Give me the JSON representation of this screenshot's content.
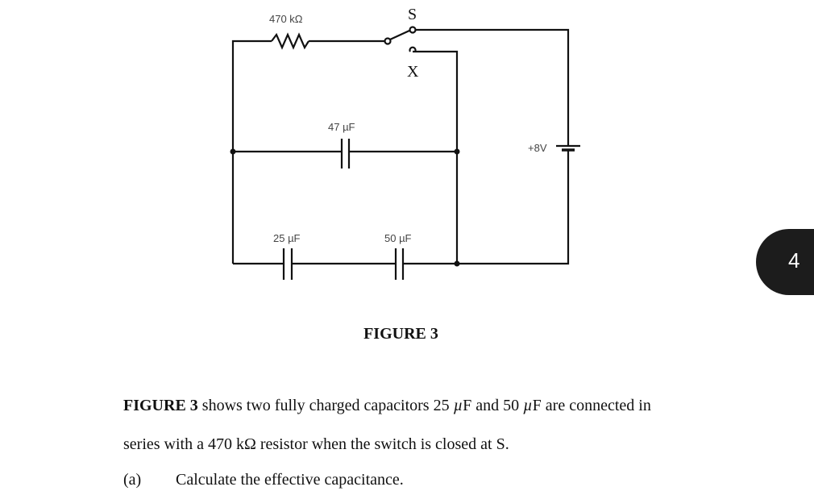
{
  "figure": {
    "caption": "FIGURE 3",
    "components": {
      "resistor": "470 kΩ",
      "capacitor_top": "47 µF",
      "capacitor_left": "25 µF",
      "capacitor_right": "50 µF",
      "battery": "+8V",
      "switch_contact_s": "S",
      "switch_contact_x": "X"
    }
  },
  "question": {
    "line1_bold": "FIGURE 3",
    "line1_text": " shows two fully charged capacitors ",
    "cap1_value": "25",
    "cap2_value": "50",
    "unit_mu": "µ",
    "unit_F": "F",
    "and": " and ",
    "line1_end": " are connected in",
    "line2_start": "series with a ",
    "resistor_value": "470 kΩ",
    "line2_end": " resistor when the switch is closed at S.",
    "part_label": "(a)",
    "part_text": "Calculate the effective capacitance."
  },
  "page_tab": {
    "number": "4"
  }
}
